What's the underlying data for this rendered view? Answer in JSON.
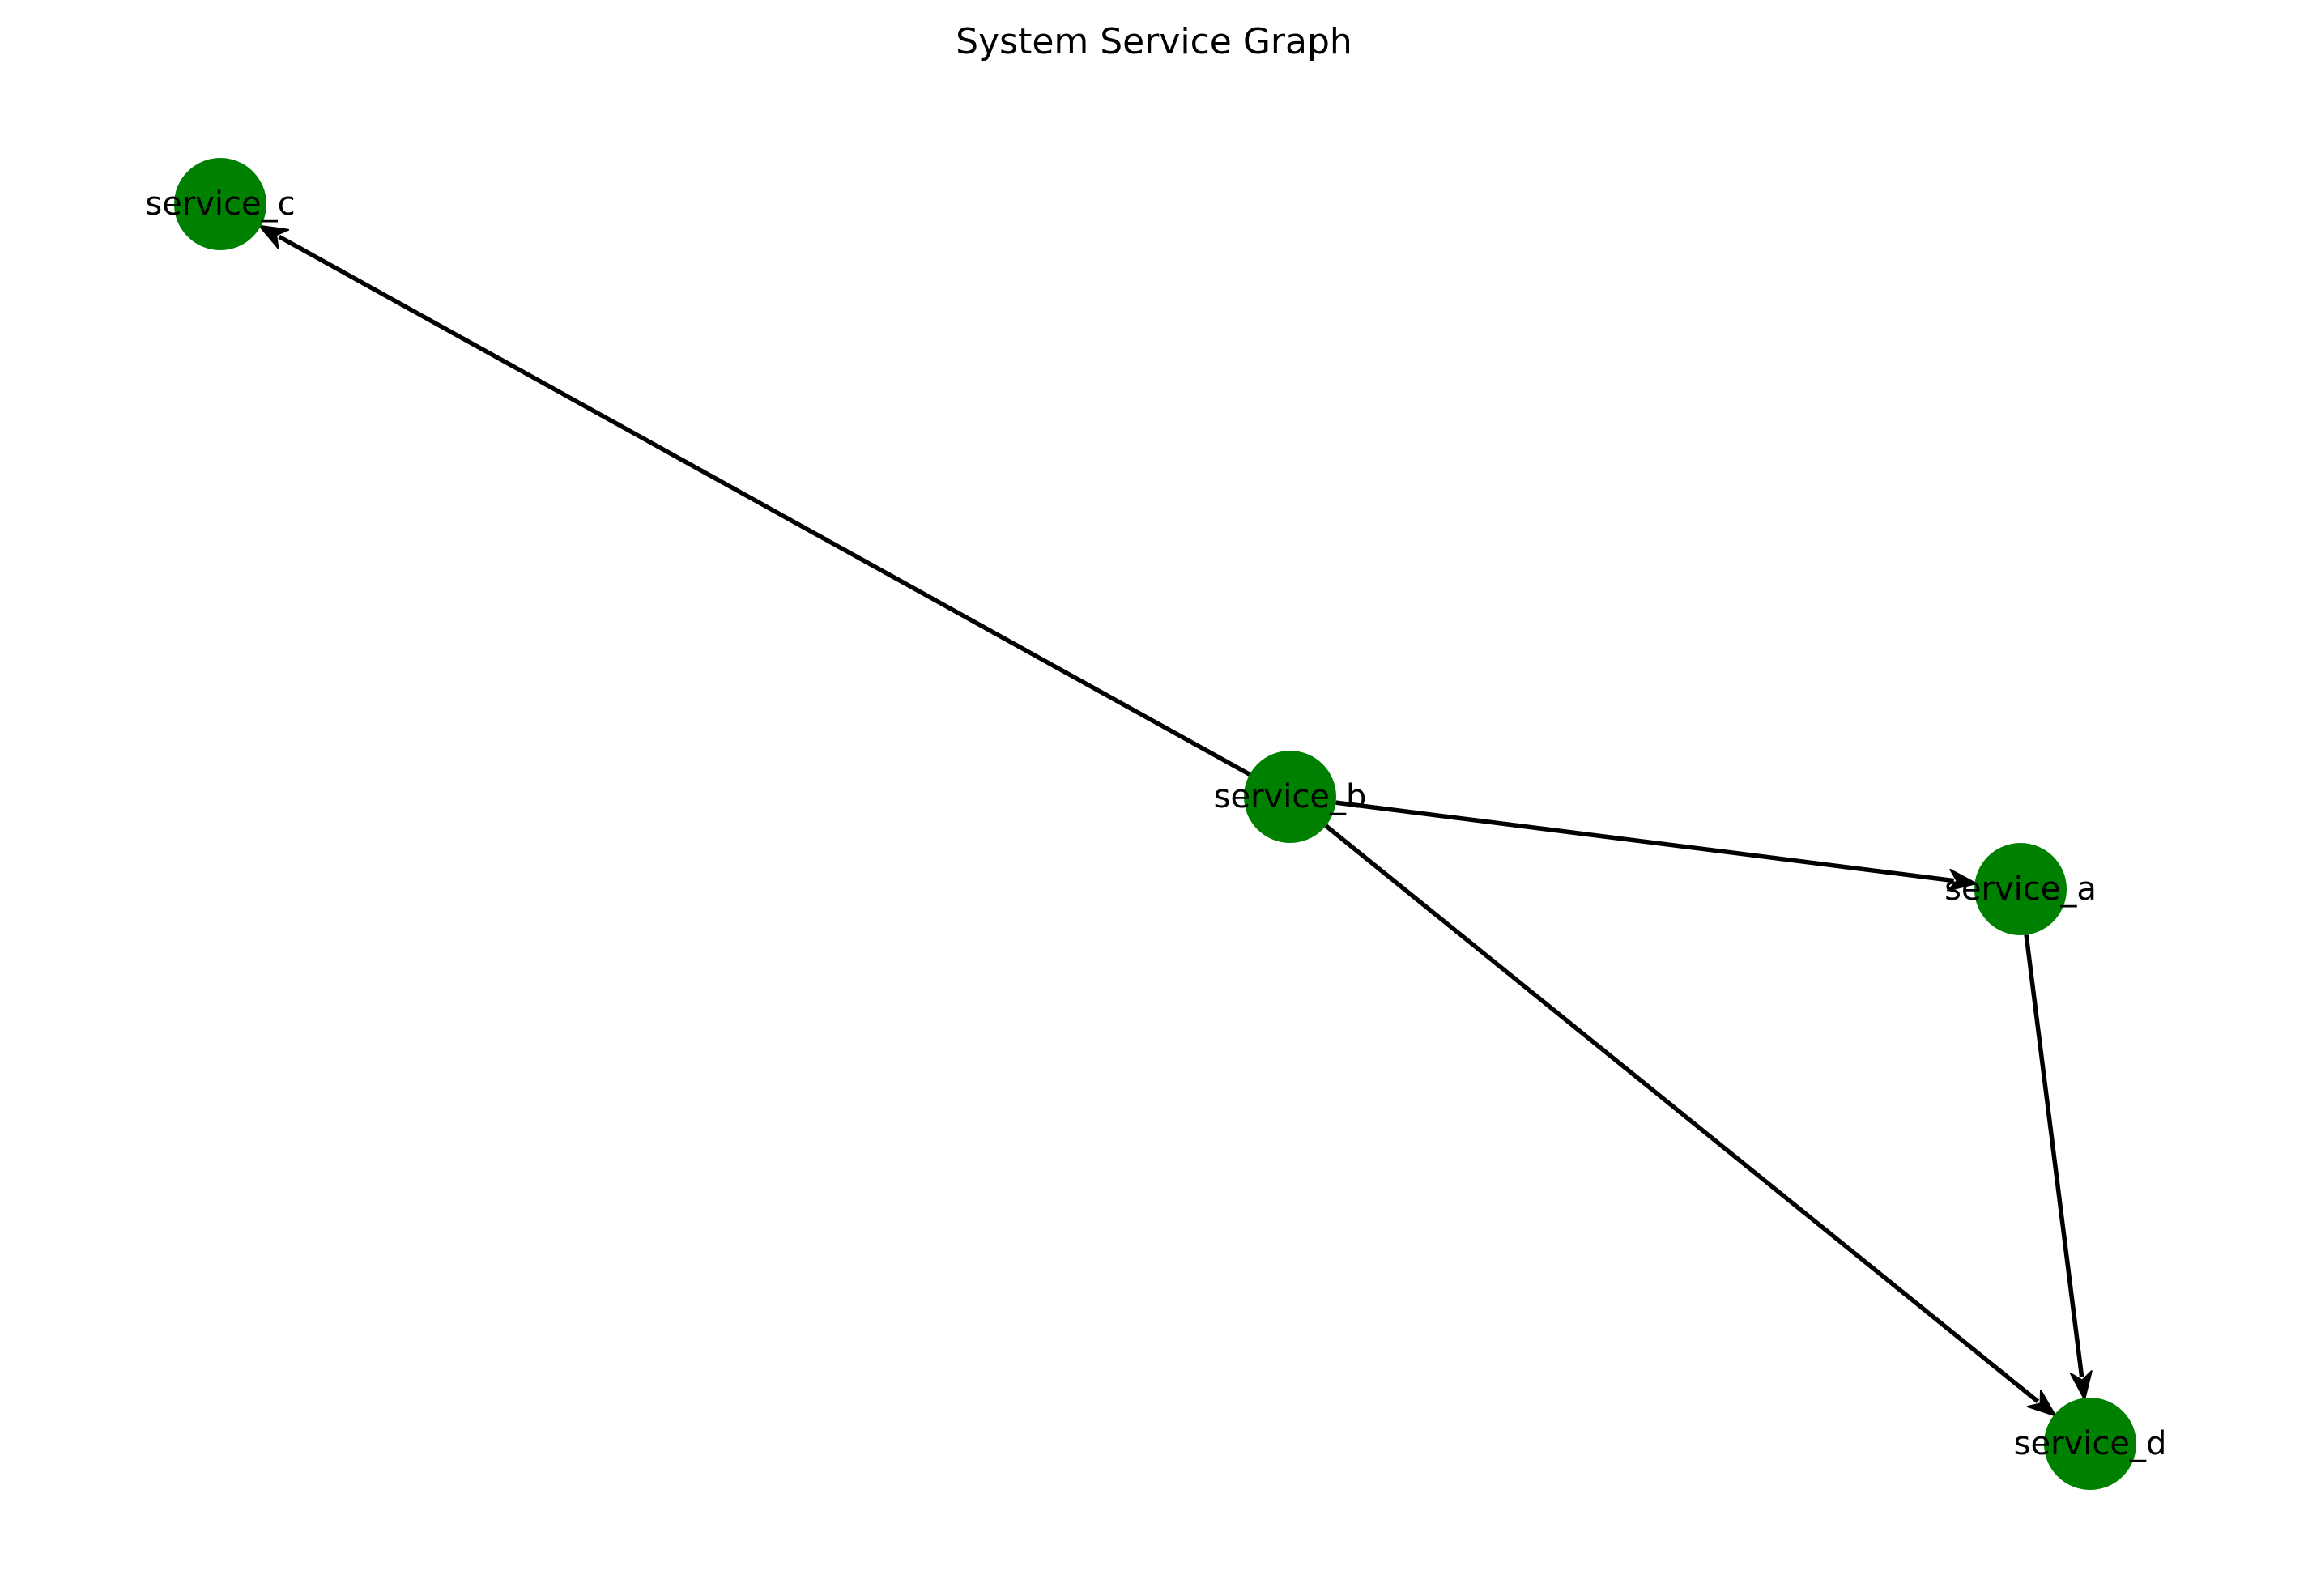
{
  "diagram": {
    "title": "System Service Graph",
    "node_color": "#008000",
    "edge_color": "#000000",
    "directed": true,
    "nodes": [
      {
        "id": "service_c",
        "label": "service_c"
      },
      {
        "id": "service_b",
        "label": "service_b"
      },
      {
        "id": "service_a",
        "label": "service_a"
      },
      {
        "id": "service_d",
        "label": "service_d"
      }
    ],
    "edges": [
      {
        "from": "service_b",
        "to": "service_c"
      },
      {
        "from": "service_b",
        "to": "service_a"
      },
      {
        "from": "service_b",
        "to": "service_d"
      },
      {
        "from": "service_a",
        "to": "service_d"
      }
    ]
  }
}
